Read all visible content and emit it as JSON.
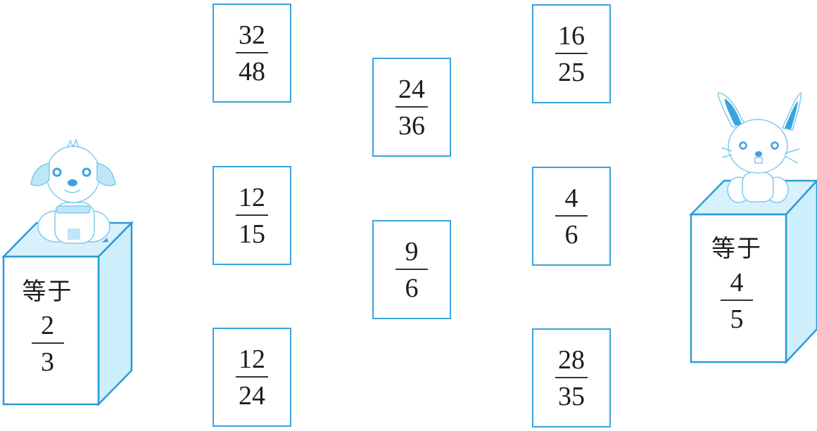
{
  "colors": {
    "card_border": "#3aa3df",
    "box_face": "#e6f6fd",
    "box_side": "#cdeefb",
    "box_edge": "#2b9bd8",
    "animal_line": "#6fc4ea",
    "animal_accent": "#3aa3df"
  },
  "left_box": {
    "title": "等于",
    "fraction": {
      "numerator": "2",
      "denominator": "3"
    },
    "animal": "dog"
  },
  "right_box": {
    "title": "等于",
    "fraction": {
      "numerator": "4",
      "denominator": "5"
    },
    "animal": "rabbit"
  },
  "cards": [
    {
      "numerator": "32",
      "denominator": "48"
    },
    {
      "numerator": "12",
      "denominator": "15"
    },
    {
      "numerator": "12",
      "denominator": "24"
    },
    {
      "numerator": "24",
      "denominator": "36"
    },
    {
      "numerator": "9",
      "denominator": "6"
    },
    {
      "numerator": "16",
      "denominator": "25"
    },
    {
      "numerator": "4",
      "denominator": "6"
    },
    {
      "numerator": "28",
      "denominator": "35"
    }
  ]
}
